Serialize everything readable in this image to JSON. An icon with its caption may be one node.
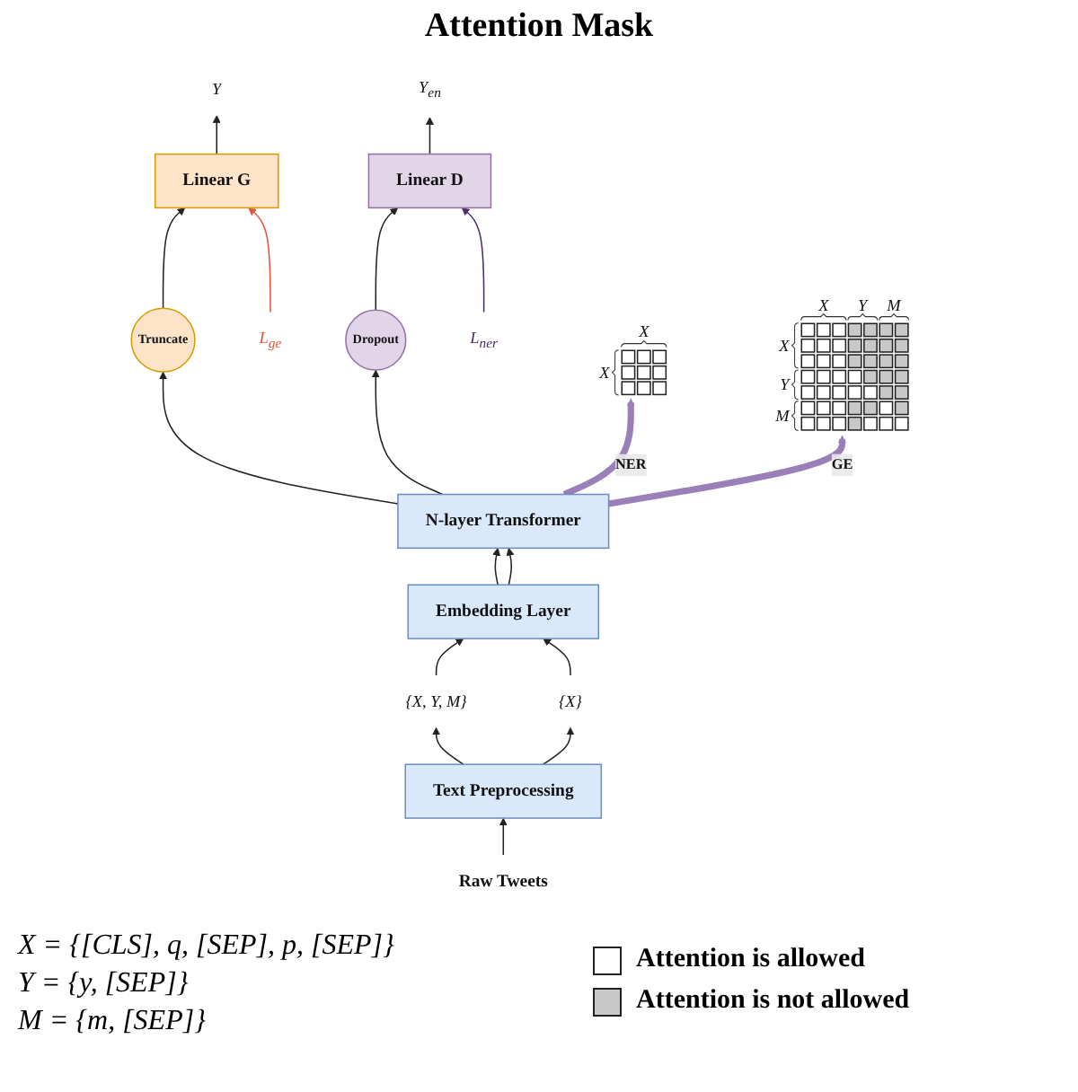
{
  "diagram": {
    "title": "Attention Mask",
    "nodes": [
      {
        "text": [
          "Y"
        ]
      },
      {
        "text": [
          "Y$_{en}$"
        ]
      },
      {
        "text": [
          "L$_{ge}$"
        ]
      },
      {
        "text": [
          "L$_{ner}$"
        ]
      },
      {
        "text": [
          "Linear  G"
        ]
      },
      {
        "text": [
          "Linear  D"
        ]
      },
      {
        "text": [
          "Truncate"
        ]
      },
      {
        "text": [
          "Dropout"
        ]
      },
      {
        "text": [
          "N-layer  Transformer"
        ]
      },
      {
        "text": [
          "Embedding Layer"
        ]
      },
      {
        "text": [
          "{X, Y, M}"
        ]
      },
      {
        "text": [
          "{X}"
        ]
      },
      {
        "text": [
          "Text Preprocessing"
        ]
      },
      {
        "text": [
          "Raw Tweets"
        ]
      },
      {
        "text": [],
        "shape": "picture",
        "beside": [
          "X",
          "X"
        ]
      },
      {
        "text": [],
        "shape": "picture",
        "beside": [
          "X",
          "Y",
          "M",
          "X",
          "Y",
          "M"
        ]
      }
    ],
    "edges": [
      {
        "from": 13,
        "to": 12,
        "arrow": "to"
      },
      {
        "from": 12,
        "to": 10,
        "arrow": "to"
      },
      {
        "from": 12,
        "to": 11,
        "arrow": "to"
      },
      {
        "from": 10,
        "to": 9,
        "arrow": "to"
      },
      {
        "from": 11,
        "to": 9,
        "arrow": "to"
      },
      {
        "from": 9,
        "to": 8,
        "arrow": "to"
      },
      {
        "from": 9,
        "to": 8,
        "arrow": "to"
      },
      {
        "from": 8,
        "to": 6,
        "arrow": "to"
      },
      {
        "from": 8,
        "to": 7,
        "arrow": "to"
      },
      {
        "from": 6,
        "to": 4,
        "arrow": "to"
      },
      {
        "from": 7,
        "to": 5,
        "arrow": "to"
      },
      {
        "from": 4,
        "to": 0,
        "arrow": "to"
      },
      {
        "from": 5,
        "to": 1,
        "arrow": "to"
      },
      {
        "from": 2,
        "to": 4,
        "arrow": "to",
        "color": "#e8533a"
      },
      {
        "from": 3,
        "to": 5,
        "arrow": "to",
        "color": "#4b2e6b"
      },
      {
        "from": 8,
        "to": 14,
        "arrow": "to",
        "label": "NER",
        "style": "thick",
        "color": "#9b7fb8"
      },
      {
        "from": 8,
        "to": 15,
        "arrow": "to",
        "label": "GE",
        "style": "thick",
        "color": "#9b7fb8"
      }
    ],
    "labels": [
      "X = {[CLS], q, [SEP], p, [SEP]}",
      "Y = {y, [SEP]}",
      "M = {m, [SEP]}"
    ],
    "legend": [
      {
        "text": "Attention is allowed",
        "color": "#ffffff"
      },
      {
        "text": "Attention is not allowed",
        "color": "#c8c8c8"
      }
    ]
  }
}
